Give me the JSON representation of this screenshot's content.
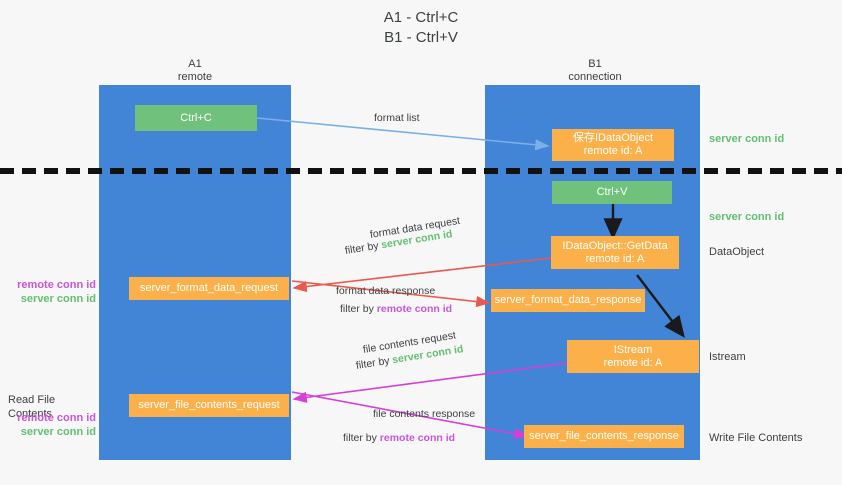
{
  "title": {
    "line1": "A1 - Ctrl+C",
    "line2": "B1 - Ctrl+V"
  },
  "columns": [
    {
      "name": "A1",
      "sub": "remote"
    },
    {
      "name": "B1",
      "sub": "connection"
    }
  ],
  "nodes": {
    "ctrl_c": {
      "label": "Ctrl+C",
      "color": "#70c17c"
    },
    "save_idataobject": {
      "line1": "保存IDataObject",
      "line2": "remote id: A",
      "color": "#fbb04a"
    },
    "ctrl_v": {
      "label": "Ctrl+V",
      "color": "#70c17c"
    },
    "getdata": {
      "line1": "IDataObject::GetData",
      "line2": "remote id: A",
      "color": "#fbb04a"
    },
    "istream": {
      "line1": "IStream",
      "line2": "remote id: A",
      "color": "#fbb04a"
    },
    "server_format_data_request": {
      "label": "server_format_data_request",
      "color": "#fbb04a"
    },
    "server_format_data_response": {
      "label": "server_format_data_response",
      "color": "#fbb04a"
    },
    "server_file_contents_request": {
      "label": "server_file_contents_request",
      "color": "#fbb04a"
    },
    "server_file_contents_response": {
      "label": "server_file_contents_response",
      "color": "#fbb04a"
    }
  },
  "edges": {
    "format_list": {
      "text": "format list"
    },
    "format_data_request": {
      "text": "format data request",
      "filter_prefix": "filter by ",
      "filter_key": "server conn id"
    },
    "format_data_response": {
      "text": "format data response",
      "filter_prefix": "filter by ",
      "filter_key": "remote conn id"
    },
    "file_contents_request": {
      "text": "file contents request",
      "filter_prefix": "filter by ",
      "filter_key": "server conn id"
    },
    "file_contents_response": {
      "text": "file contents response",
      "filter_prefix": "filter by ",
      "filter_key": "remote conn id"
    }
  },
  "right_annotations": [
    {
      "id": "r1",
      "text": "server conn id",
      "kind": "green"
    },
    {
      "id": "r2",
      "text": "server conn id",
      "kind": "green"
    },
    {
      "id": "r3",
      "text": "DataObject",
      "kind": "plain"
    },
    {
      "id": "r4",
      "text": "Istream",
      "kind": "plain"
    },
    {
      "id": "r5",
      "text": "Write File Contents",
      "kind": "plain"
    }
  ],
  "left_annotations": {
    "mid_remote": "remote conn id",
    "mid_server": "server conn id",
    "read_file_contents": "Read File Contents",
    "bottom_remote": "remote conn id",
    "bottom_server": "server conn id"
  },
  "colors": {
    "lane": "#4285d6",
    "green_node": "#70c17c",
    "orange_node": "#fbb04a",
    "green_text": "#63bf72",
    "purple_text": "#c956d6",
    "red_arrow": "#e8594e",
    "magenta_arrow": "#d63fd6",
    "blue_arrow": "#79b0e8",
    "dark_arrow": "#1a1a1a",
    "background": "#f7f7f7"
  }
}
